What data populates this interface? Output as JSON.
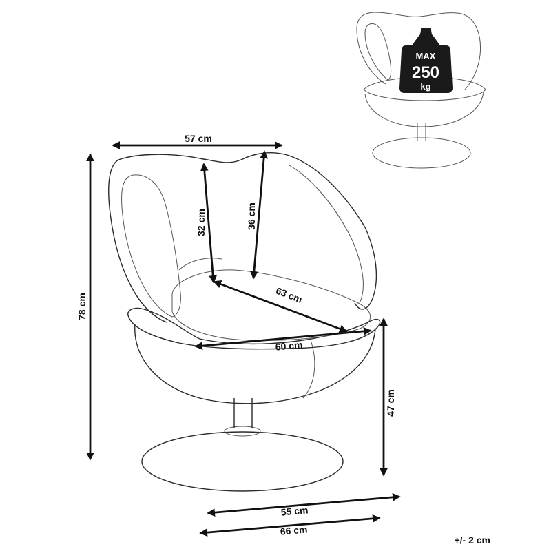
{
  "dimensions": {
    "width_top": "57 cm",
    "height_total": "78 cm",
    "backrest_center": "32 cm",
    "backrest_side": "36 cm",
    "seat_diagonal": "63 cm",
    "seat_width": "60 cm",
    "seat_height": "47 cm",
    "base_depth": "55 cm",
    "base_width": "66 cm"
  },
  "tolerance": "+/- 2 cm",
  "capacity": {
    "label": "MAX",
    "value": "250",
    "unit": "kg"
  },
  "colors": {
    "line": "#111111",
    "outline": "#2a2a2a",
    "weight_icon": "#1a1a1a"
  },
  "icons": [
    "weight-icon"
  ]
}
